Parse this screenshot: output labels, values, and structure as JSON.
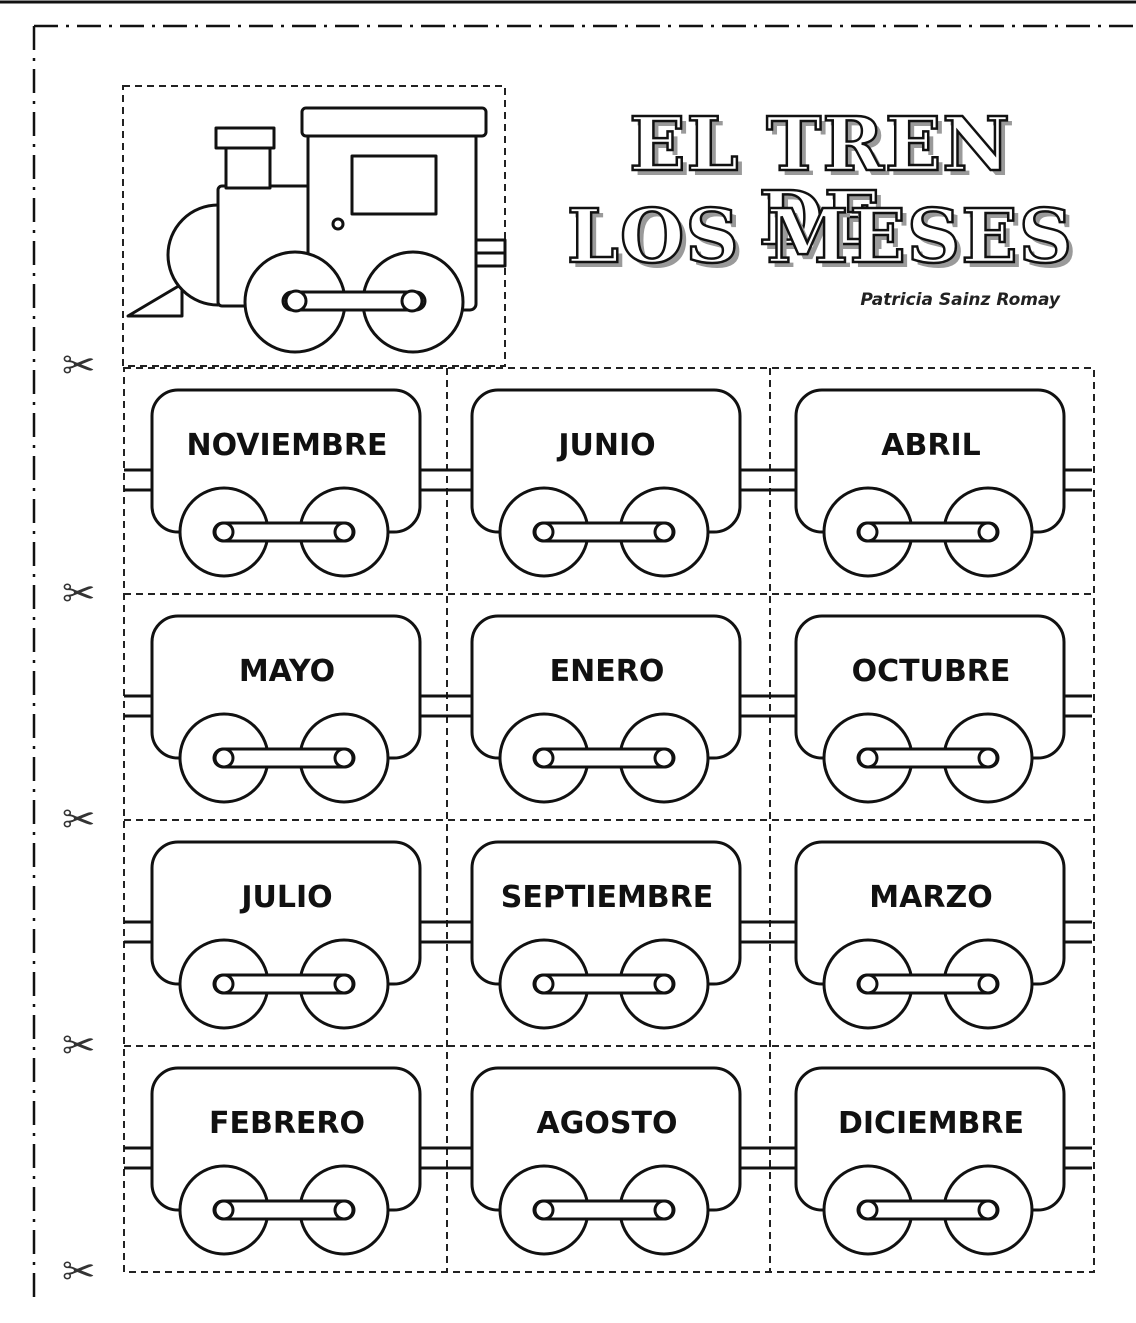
{
  "title": {
    "line1": "EL TREN DE",
    "line2": "LOS MESES"
  },
  "author": "Patricia Sainz Romay",
  "icons": {
    "cut": "scissors-icon",
    "engine": "locomotive-icon",
    "wagon": "train-wagon-icon"
  },
  "cut_symbol": "✂",
  "rows": [
    [
      "NOVIEMBRE",
      "JUNIO",
      "ABRIL"
    ],
    [
      "MAYO",
      "ENERO",
      "OCTUBRE"
    ],
    [
      "JULIO",
      "SEPTIEMBRE",
      "MARZO"
    ],
    [
      "FEBRERO",
      "AGOSTO",
      "DICIEMBRE"
    ]
  ]
}
